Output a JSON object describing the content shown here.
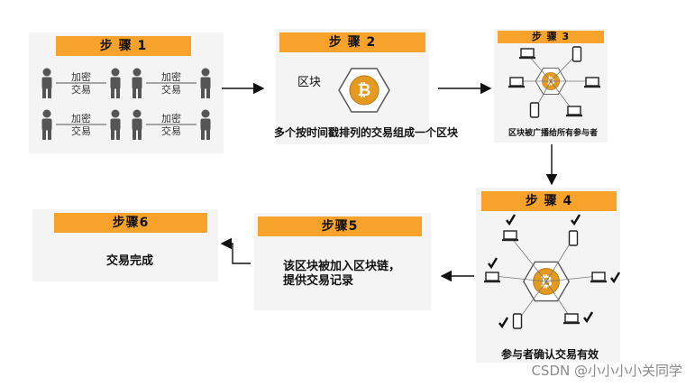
{
  "step1": {
    "title": "步 骤 1",
    "pairs": [
      {
        "top": "加密",
        "bottom": "交易"
      },
      {
        "top": "加密",
        "bottom": "交易"
      },
      {
        "top": "加密",
        "bottom": "交易"
      },
      {
        "top": "加密",
        "bottom": "交易"
      }
    ]
  },
  "step2": {
    "title": "步 骤 2",
    "block_label": "区块",
    "caption": "多个按时间戳排列的交易组成一个区块"
  },
  "step3": {
    "title": "步 骤 3",
    "caption": "区块被广播给所有参与者"
  },
  "step4": {
    "title": "步 骤 4",
    "caption": "参与者确认交易有效"
  },
  "step5": {
    "title": "步骤5",
    "line1": "该区块被加入区块链，",
    "line2": "提供交易记录"
  },
  "step6": {
    "title": "步骤6",
    "text": "交易完成"
  },
  "watermark": "CSDN @小小小小关同学",
  "colors": {
    "header": "#f7a22b",
    "card": "#f4f4f4",
    "coin": "#e49a1f",
    "person": "#555555"
  }
}
